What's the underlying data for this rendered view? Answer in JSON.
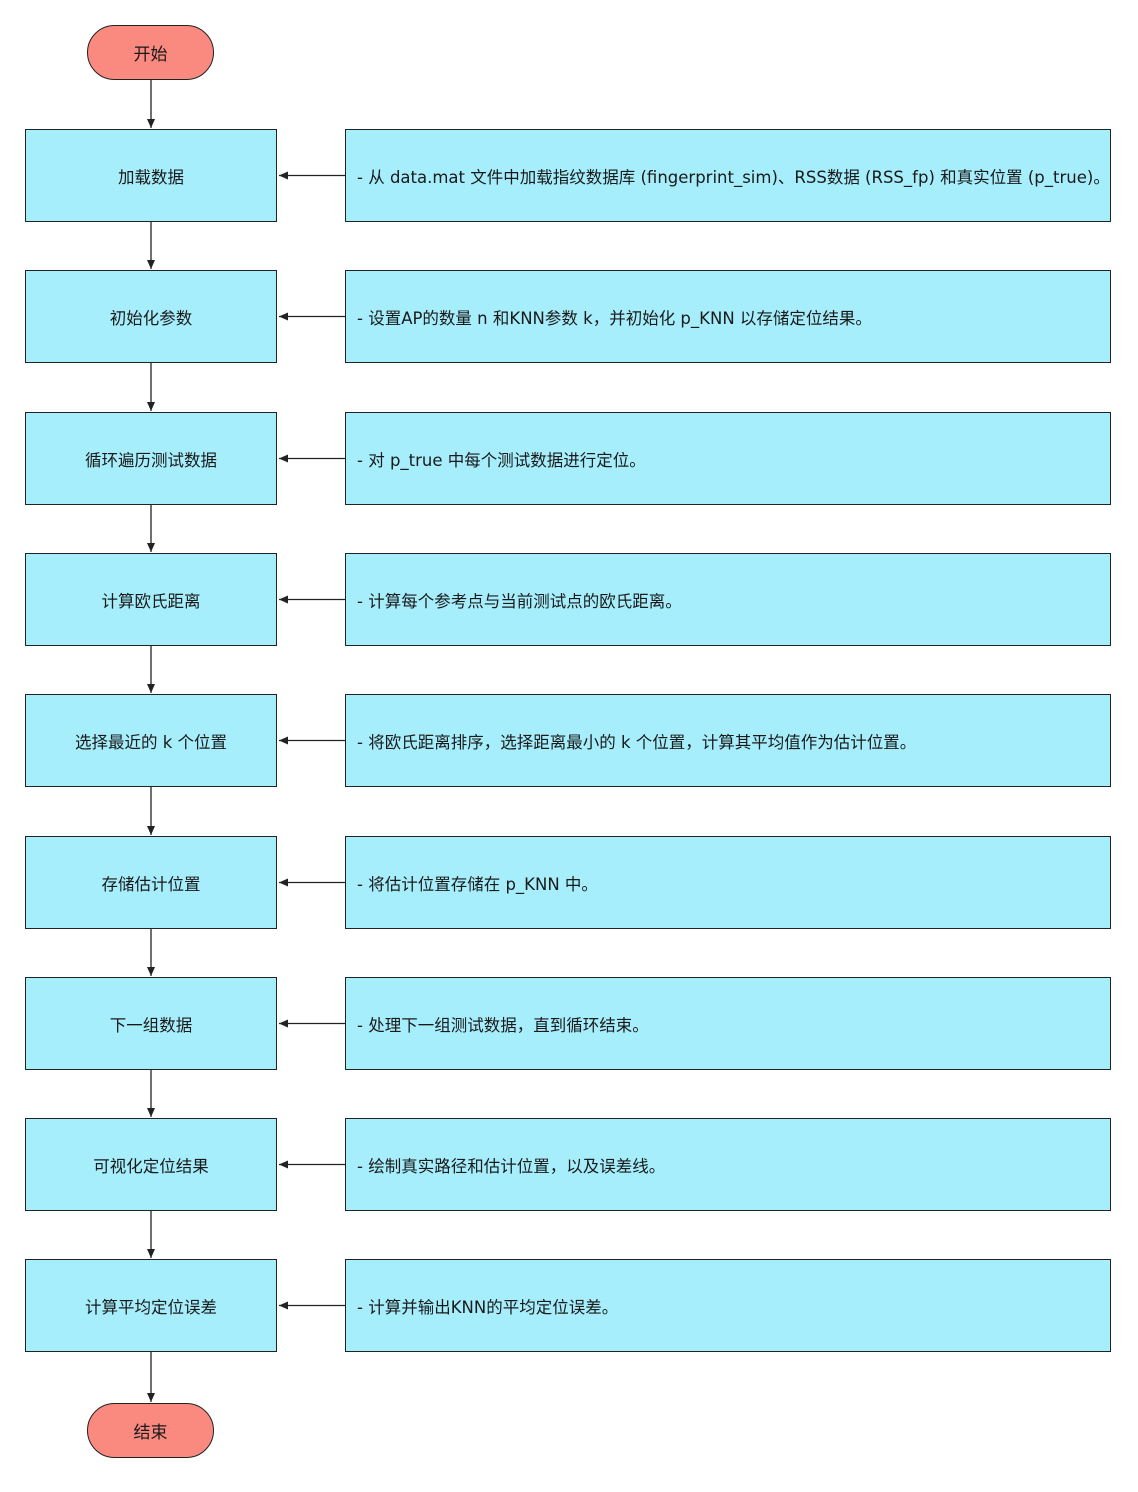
{
  "start_label": "开始",
  "end_label": "结束",
  "steps": [
    {
      "label": "加载数据",
      "note": "- 从 data.mat 文件中加载指纹数据库 (fingerprint_sim)、RSS数据 (RSS_fp) 和真实位置 (p_true)。"
    },
    {
      "label": "初始化参数",
      "note": "- 设置AP的数量 n 和KNN参数 k，并初始化 p_KNN 以存储定位结果。"
    },
    {
      "label": "循环遍历测试数据",
      "note": "- 对 p_true 中每个测试数据进行定位。"
    },
    {
      "label": "计算欧氏距离",
      "note": "- 计算每个参考点与当前测试点的欧氏距离。"
    },
    {
      "label": "选择最近的 k 个位置",
      "note": "- 将欧氏距离排序，选择距离最小的 k 个位置，计算其平均值作为估计位置。"
    },
    {
      "label": "存储估计位置",
      "note": "- 将估计位置存储在 p_KNN 中。"
    },
    {
      "label": "下一组数据",
      "note": "- 处理下一组测试数据，直到循环结束。"
    },
    {
      "label": "可视化定位结果",
      "note": "- 绘制真实路径和估计位置，以及误差线。"
    },
    {
      "label": "计算平均定位误差",
      "note": "- 计算并输出KNN的平均定位误差。"
    }
  ],
  "colors": {
    "terminal": "#fa8a80",
    "box": "#a6eefc",
    "line": "#222222"
  }
}
